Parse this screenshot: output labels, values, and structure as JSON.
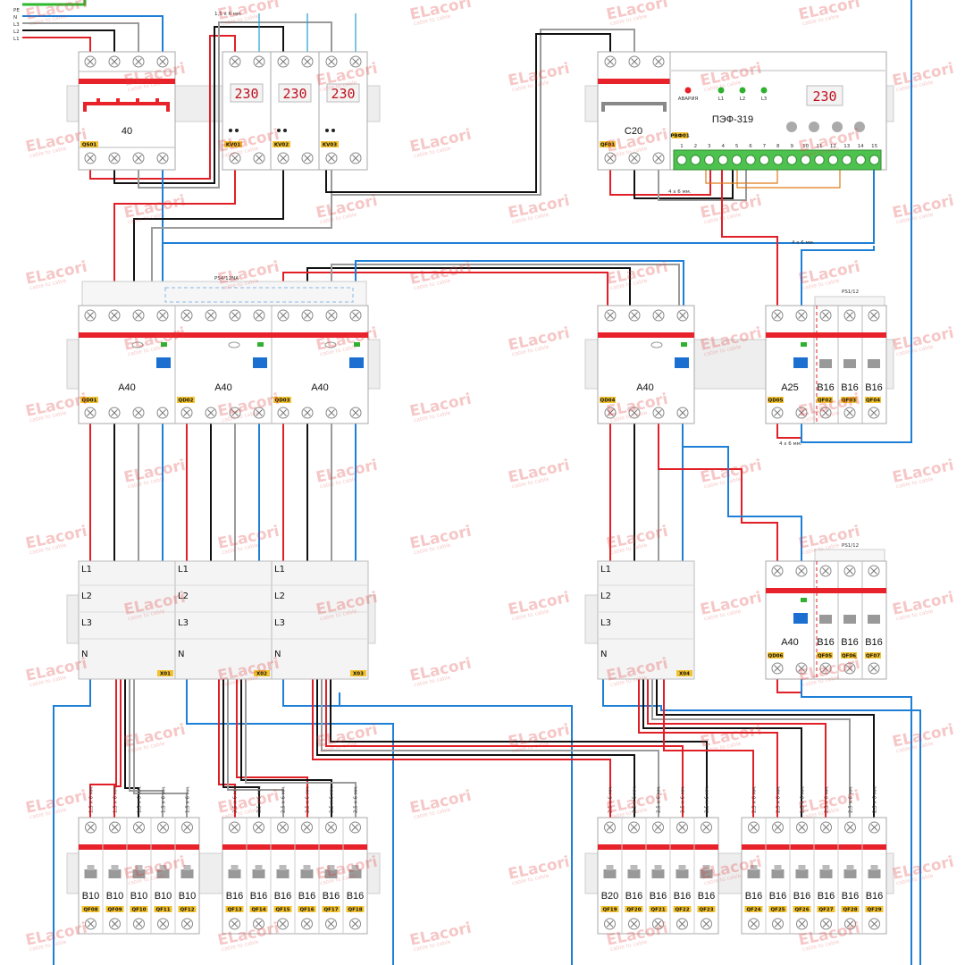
{
  "watermark": {
    "brand": "ELacori",
    "sub": "cable to cable"
  },
  "colors": {
    "phase_red": "#e01f26",
    "phase_black": "#111111",
    "phase_gray": "#9a9a9a",
    "neutral": "#1e7fd6",
    "pe": "#2eb82e",
    "dim": "#e07b1a",
    "accent_red": "#e8222a",
    "tag_yellow": "#f2c230"
  },
  "feed": {
    "labels": [
      "PE",
      "N",
      "L3",
      "L2",
      "L1"
    ]
  },
  "main_switch": {
    "rating": "40",
    "tag": "QS01"
  },
  "voltage_relays": [
    {
      "display": "230",
      "tag": "KV01"
    },
    {
      "display": "230",
      "tag": "KV02"
    },
    {
      "display": "230",
      "tag": "KV03"
    }
  ],
  "wire_notes": {
    "top": "1,5 x 6 мм.",
    "phase_relay": "4 x 6 мм.",
    "ps_right": "4 x 6 мм."
  },
  "c20_breaker": {
    "rating": "C20",
    "tag": "QF01"
  },
  "phase_monitor": {
    "model": "ПЭФ-319",
    "display": "230",
    "tag": "PBФ01",
    "alarm": "АВАРИЯ",
    "leds": [
      "L1",
      "L2",
      "L3"
    ],
    "terminals": [
      "1",
      "2",
      "3",
      "4",
      "5",
      "6",
      "7",
      "8",
      "9",
      "10",
      "11",
      "12",
      "13",
      "14",
      "15"
    ]
  },
  "busbar_labels": {
    "ps_top": "PS4/12NA",
    "ps_small": "PS1/12"
  },
  "rcd_group_left": [
    {
      "rating": "A40",
      "tag": "QD01"
    },
    {
      "rating": "A40",
      "tag": "QD02"
    },
    {
      "rating": "A40",
      "tag": "QD03"
    }
  ],
  "rcd_right": {
    "rating": "A40",
    "tag": "QD04"
  },
  "rcd_a25": {
    "rating": "A25",
    "tag": "QD05",
    "breakers": [
      {
        "rating": "B16",
        "tag": "QF02"
      },
      {
        "rating": "B16",
        "tag": "QF03"
      },
      {
        "rating": "B16",
        "tag": "QF04"
      }
    ]
  },
  "rcd_a40_mid": {
    "rating": "A40",
    "tag": "QD06",
    "breakers": [
      {
        "rating": "B16",
        "tag": "QF05"
      },
      {
        "rating": "B16",
        "tag": "QF06"
      },
      {
        "rating": "B16",
        "tag": "QF07"
      }
    ]
  },
  "terminal_blocks": [
    {
      "rows": [
        "L1",
        "L2",
        "L3",
        "N"
      ],
      "tag": "X01"
    },
    {
      "rows": [
        "L1",
        "L2",
        "L3",
        "N"
      ],
      "tag": "X02"
    },
    {
      "rows": [
        "L1",
        "L2",
        "L3",
        "N"
      ],
      "tag": "X03"
    },
    {
      "rows": [
        "L1",
        "L2",
        "L3",
        "N"
      ],
      "tag": "X04"
    }
  ],
  "groups_bottom": [
    {
      "cable": "1,5 x 6 мм.",
      "breakers": [
        {
          "rating": "B10",
          "tag": "QF08"
        },
        {
          "rating": "B10",
          "tag": "QF09"
        },
        {
          "rating": "B10",
          "tag": "QF10"
        },
        {
          "rating": "B10",
          "tag": "QF11"
        },
        {
          "rating": "B10",
          "tag": "QF12"
        }
      ]
    },
    {
      "cable": "2,5 x 6 мм.",
      "breakers": [
        {
          "rating": "B16",
          "tag": "QF13"
        },
        {
          "rating": "B16",
          "tag": "QF14"
        },
        {
          "rating": "B16",
          "tag": "QF15"
        },
        {
          "rating": "B16",
          "tag": "QF16"
        },
        {
          "rating": "B16",
          "tag": "QF17"
        },
        {
          "rating": "B16",
          "tag": "QF18"
        }
      ]
    },
    {
      "cable": "2,5 x 6 мм.",
      "breakers": [
        {
          "rating": "B20",
          "tag": "QF19"
        },
        {
          "rating": "B16",
          "tag": "QF20"
        },
        {
          "rating": "B16",
          "tag": "QF21"
        },
        {
          "rating": "B16",
          "tag": "QF22"
        },
        {
          "rating": "B16",
          "tag": "QF23"
        }
      ]
    },
    {
      "cable": "2,5 x 6 мм.",
      "breakers": [
        {
          "rating": "B16",
          "tag": "QF24"
        },
        {
          "rating": "B16",
          "tag": "QF25"
        },
        {
          "rating": "B16",
          "tag": "QF26"
        },
        {
          "rating": "B16",
          "tag": "QF27"
        },
        {
          "rating": "B16",
          "tag": "QF28"
        },
        {
          "rating": "B16",
          "tag": "QF29"
        }
      ]
    }
  ]
}
